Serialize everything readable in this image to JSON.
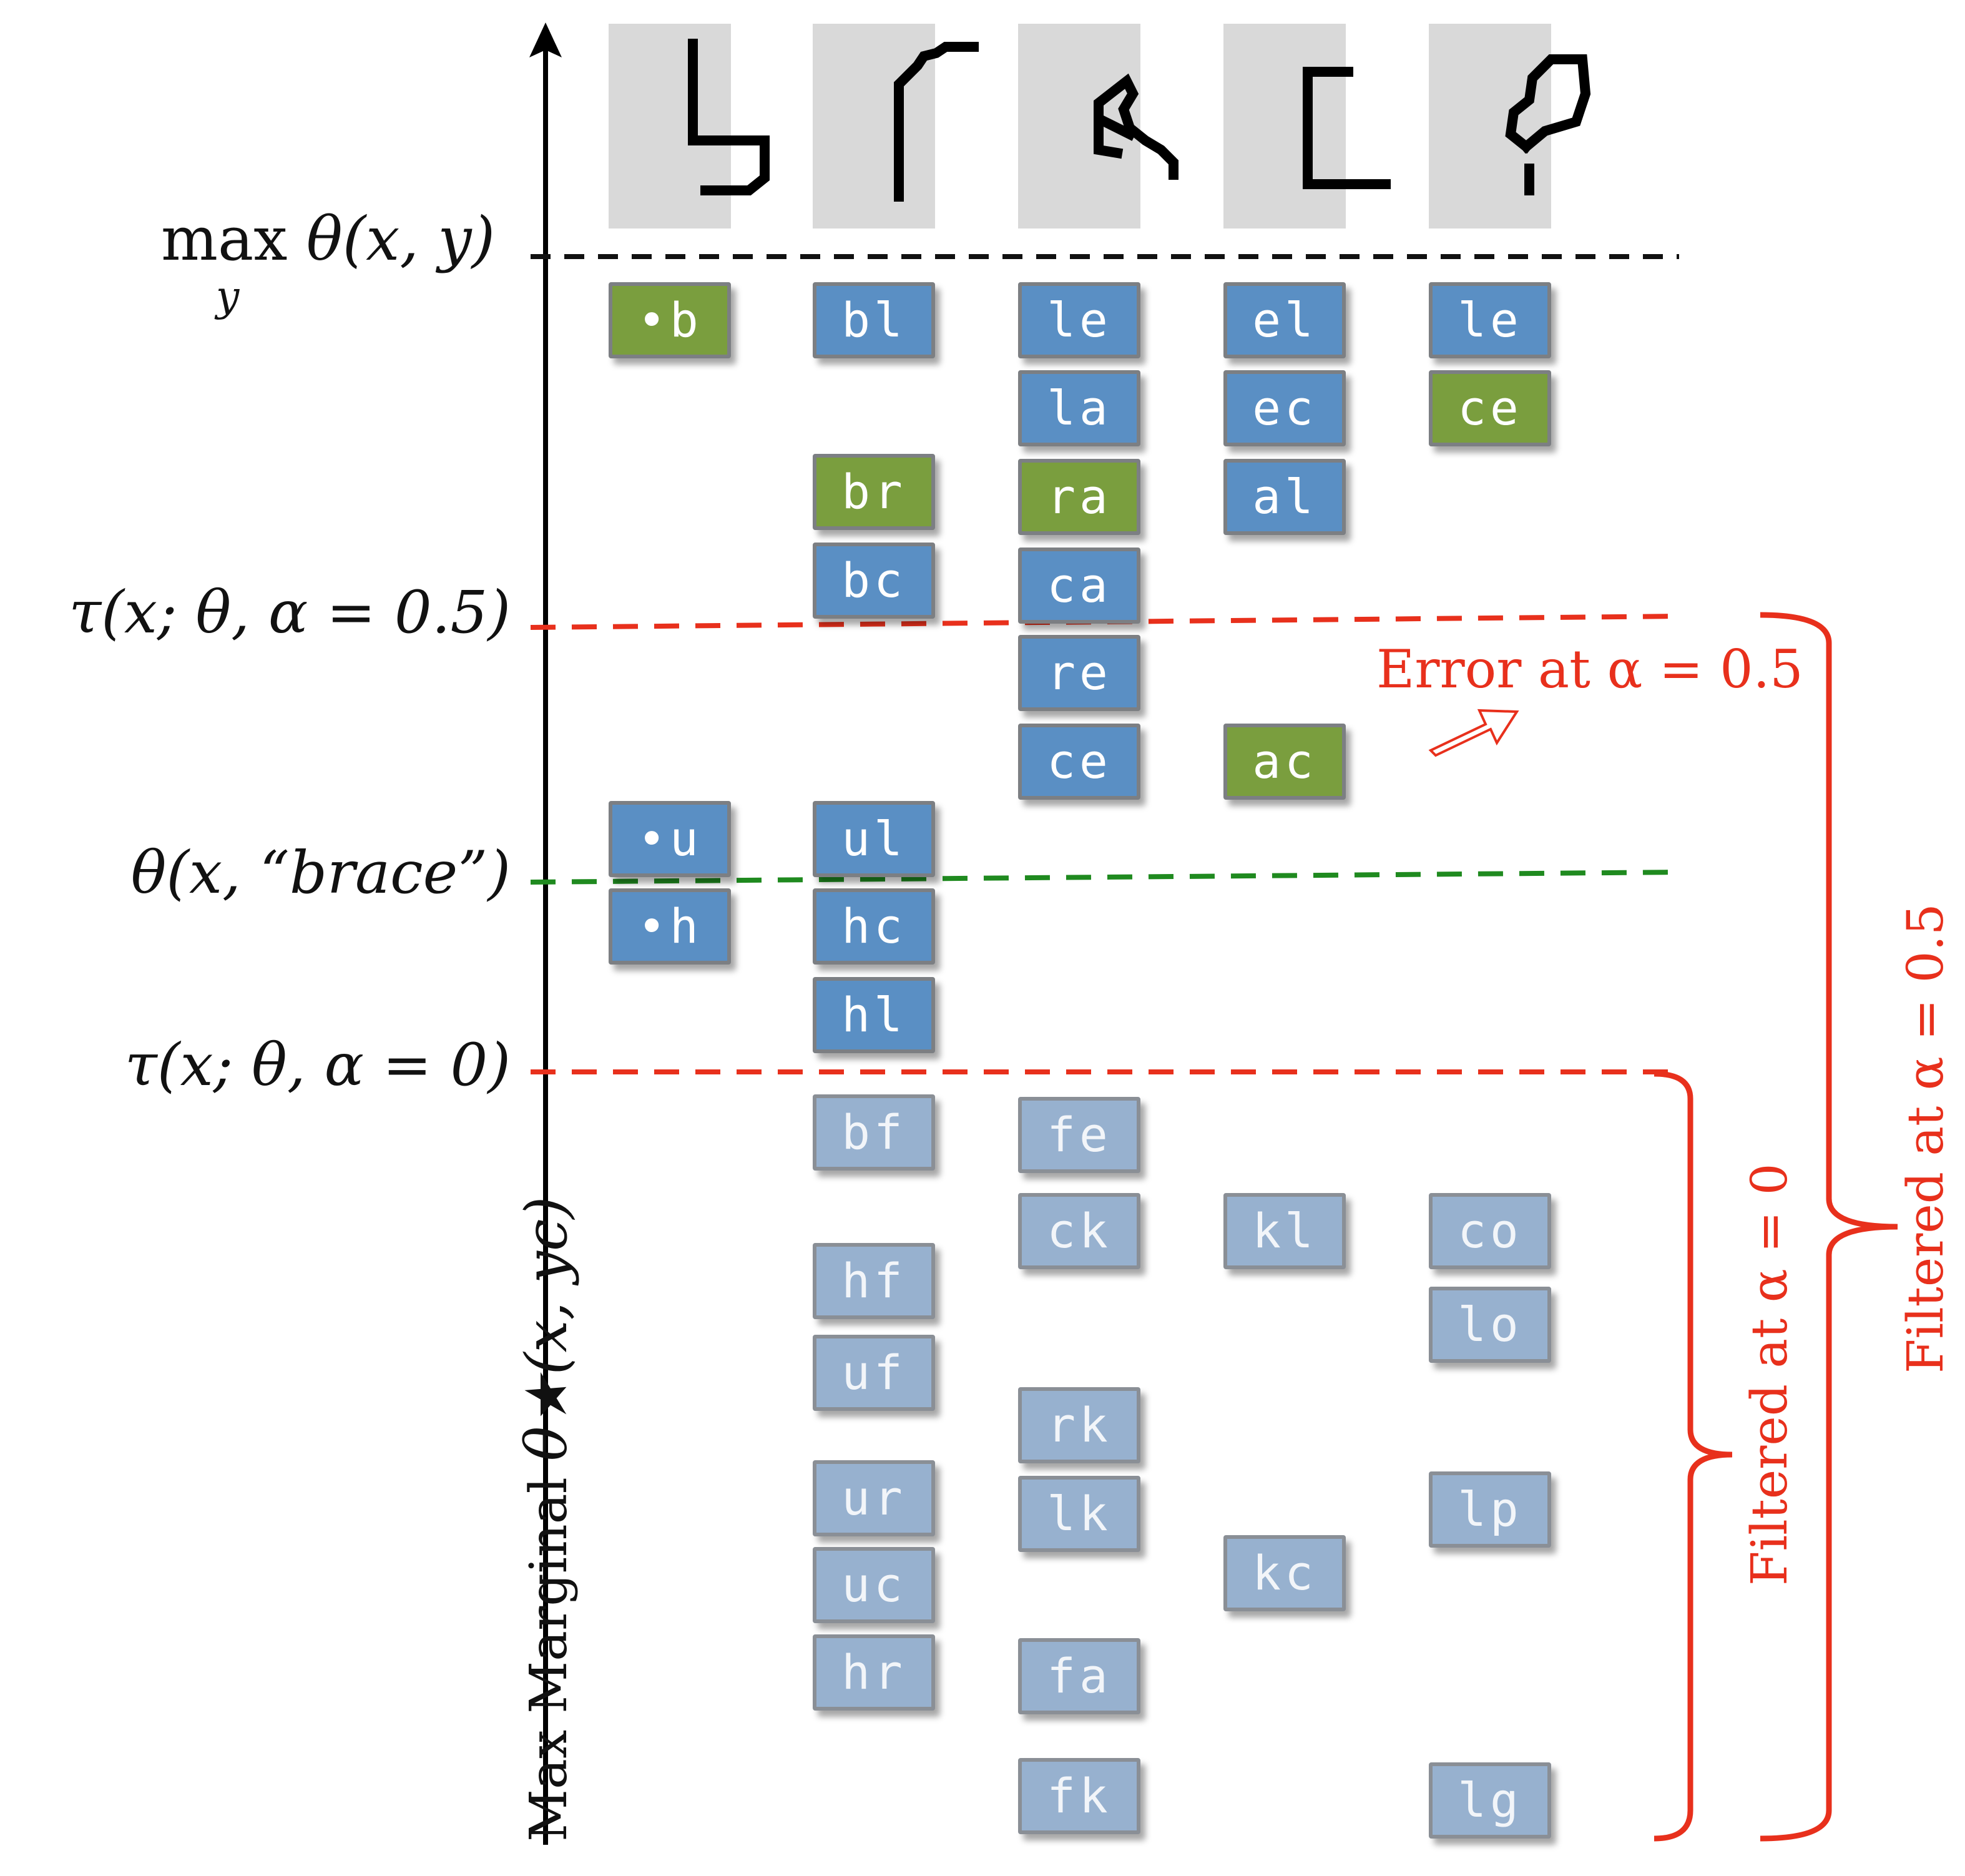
{
  "diagram": {
    "axis": {
      "label_prefix": "Max Marginal ",
      "label_formula": "θ★(x, yc)"
    },
    "thresholds": [
      {
        "id": "max",
        "label": "max",
        "sub": "y",
        "formula": " θ(x, y)",
        "color": "#111111"
      },
      {
        "id": "tau05",
        "label": "τ(x; θ, α = 0.5)",
        "color": "#e8301c"
      },
      {
        "id": "brace",
        "label": "θ(x, “brace”)",
        "color": "#1f8a1f"
      },
      {
        "id": "tau0",
        "label": "τ(x; θ, α = 0)",
        "color": "#e8301c"
      }
    ],
    "colors": {
      "green": "#7a9e3e",
      "blue": "#5a8fc4",
      "faded": "#97b1cf",
      "red": "#e8301c",
      "glyph_bg": "#d9d9d9"
    },
    "glyph_icons": [
      "glyph-b-icon",
      "glyph-r-icon",
      "glyph-a-icon",
      "glyph-c-icon",
      "glyph-e-icon"
    ],
    "columns": [
      {
        "states": [
          {
            "text": "•b",
            "style": "green"
          },
          {
            "text": "•u",
            "style": "blue"
          },
          {
            "text": "•h",
            "style": "blue"
          }
        ]
      },
      {
        "states": [
          {
            "text": "bl",
            "style": "blue"
          },
          {
            "text": "br",
            "style": "green"
          },
          {
            "text": "bc",
            "style": "blue"
          },
          {
            "text": "ul",
            "style": "blue"
          },
          {
            "text": "hc",
            "style": "blue"
          },
          {
            "text": "hl",
            "style": "blue"
          },
          {
            "text": "bf",
            "style": "faded"
          },
          {
            "text": "hf",
            "style": "faded"
          },
          {
            "text": "uf",
            "style": "faded"
          },
          {
            "text": "ur",
            "style": "faded"
          },
          {
            "text": "uc",
            "style": "faded"
          },
          {
            "text": "hr",
            "style": "faded"
          }
        ]
      },
      {
        "states": [
          {
            "text": "le",
            "style": "blue"
          },
          {
            "text": "la",
            "style": "blue"
          },
          {
            "text": "ra",
            "style": "green"
          },
          {
            "text": "ca",
            "style": "blue"
          },
          {
            "text": "re",
            "style": "blue"
          },
          {
            "text": "ce",
            "style": "blue"
          },
          {
            "text": "fe",
            "style": "faded"
          },
          {
            "text": "ck",
            "style": "faded"
          },
          {
            "text": "rk",
            "style": "faded"
          },
          {
            "text": "lk",
            "style": "faded"
          },
          {
            "text": "fa",
            "style": "faded"
          },
          {
            "text": "fk",
            "style": "faded"
          }
        ]
      },
      {
        "states": [
          {
            "text": "el",
            "style": "blue"
          },
          {
            "text": "ec",
            "style": "blue"
          },
          {
            "text": "al",
            "style": "blue"
          },
          {
            "text": "ac",
            "style": "green"
          },
          {
            "text": "kl",
            "style": "faded"
          },
          {
            "text": "kc",
            "style": "faded"
          }
        ]
      },
      {
        "states": [
          {
            "text": "le",
            "style": "blue"
          },
          {
            "text": "ce",
            "style": "green"
          },
          {
            "text": "co",
            "style": "faded"
          },
          {
            "text": "lo",
            "style": "faded"
          },
          {
            "text": "lp",
            "style": "faded"
          },
          {
            "text": "lg",
            "style": "faded"
          }
        ]
      }
    ],
    "annotations": {
      "error": "Error at α = 0.5",
      "filtered_0": "Filtered at α = 0",
      "filtered_05": "Filtered at α = 0.5"
    }
  }
}
